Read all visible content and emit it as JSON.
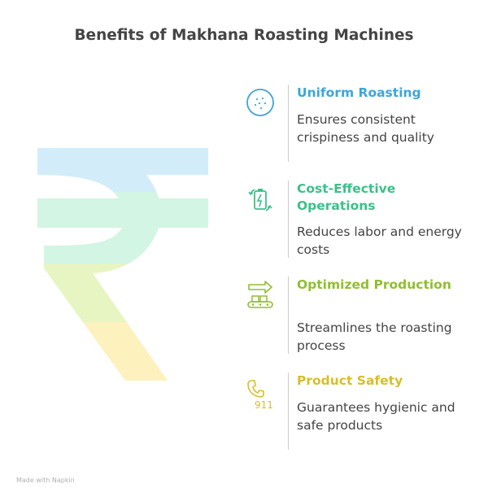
{
  "title": "Benefits of Makhana Roasting Machines",
  "items": [
    {
      "heading": "Uniform Roasting",
      "description": "Ensures consistent crispiness and quality",
      "color": "#3da6d8",
      "icon": "roasting-pan-icon"
    },
    {
      "heading": "Cost-Effective Operations",
      "description": "Reduces labor and energy costs",
      "color": "#3cc08a",
      "icon": "recycle-battery-icon"
    },
    {
      "heading": "Optimized Production",
      "description": "Streamlines the roasting process",
      "color": "#8fbf2f",
      "icon": "conveyor-belt-icon"
    },
    {
      "heading": "Product Safety",
      "description": "Guarantees hygienic and safe products",
      "color": "#d6bf2a",
      "icon": "emergency-phone-icon",
      "icon_text": "911"
    }
  ],
  "rupee_colors": [
    "#d2ecfa",
    "#d2f5e4",
    "#e7f5c2",
    "#fdf1bd"
  ],
  "footer": "Made with Napkin"
}
